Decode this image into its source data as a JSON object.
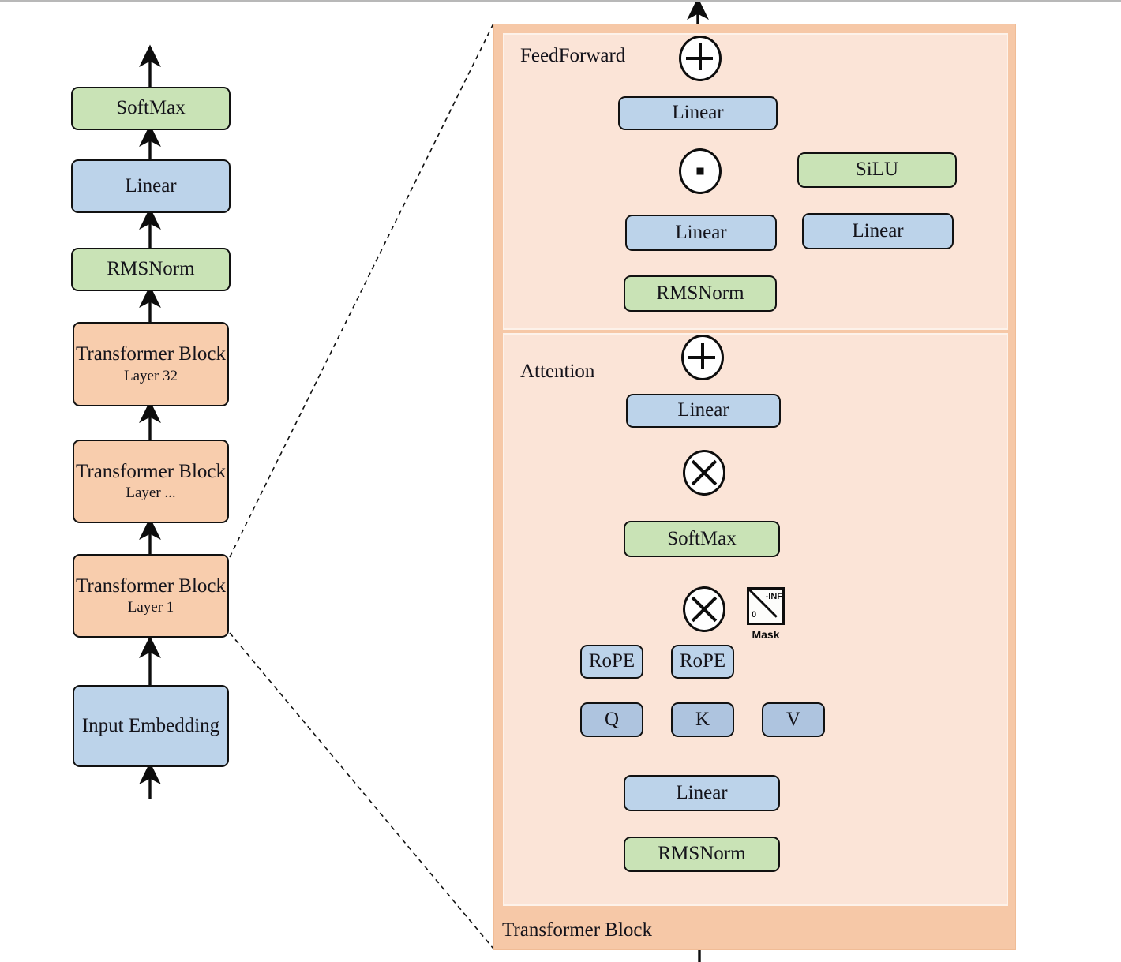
{
  "diagram": {
    "title": "Transformer (LLaMA-style) architecture block diagram",
    "colors": {
      "blue": "#bcd3ea",
      "blue_qkv": "#aec4df",
      "green": "#c9e3b6",
      "orange_block": "#f8cdad",
      "panel_inner": "#fbe4d7",
      "panel_outer": "#f6c8a7",
      "stroke": "#111111"
    }
  },
  "left_stack": {
    "nodes": [
      {
        "id": "softmax",
        "label": "SoftMax",
        "sub": "",
        "color": "green"
      },
      {
        "id": "linear",
        "label": "Linear",
        "sub": "",
        "color": "blue"
      },
      {
        "id": "rmsnorm",
        "label": "RMSNorm",
        "sub": "",
        "color": "green"
      },
      {
        "id": "tb32",
        "label": "Transformer Block",
        "sub": "Layer 32",
        "color": "orange"
      },
      {
        "id": "tbdots",
        "label": "Transformer Block",
        "sub": "Layer ...",
        "color": "orange"
      },
      {
        "id": "tb1",
        "label": "Transformer Block",
        "sub": "Layer 1",
        "color": "orange"
      },
      {
        "id": "embedding",
        "label": "Input Embedding",
        "sub": "",
        "color": "blue"
      }
    ]
  },
  "transformer_block": {
    "caption": "Transformer Block",
    "feedforward": {
      "title": "FeedForward",
      "nodes": [
        {
          "id": "ff-add",
          "label": "+",
          "kind": "op-plus"
        },
        {
          "id": "ff-linear3",
          "label": "Linear",
          "kind": "blue"
        },
        {
          "id": "ff-mul",
          "label": "·",
          "kind": "op-dot"
        },
        {
          "id": "ff-silu",
          "label": "SiLU",
          "kind": "green"
        },
        {
          "id": "ff-linear1",
          "label": "Linear",
          "kind": "blue"
        },
        {
          "id": "ff-linear2",
          "label": "Linear",
          "kind": "blue"
        },
        {
          "id": "ff-rmsnorm",
          "label": "RMSNorm",
          "kind": "green"
        }
      ]
    },
    "attention": {
      "title": "Attention",
      "nodes": [
        {
          "id": "at-add",
          "label": "+",
          "kind": "op-plus"
        },
        {
          "id": "at-linearo",
          "label": "Linear",
          "kind": "blue"
        },
        {
          "id": "at-mul2",
          "label": "x",
          "kind": "op-cross"
        },
        {
          "id": "at-softmax",
          "label": "SoftMax",
          "kind": "green"
        },
        {
          "id": "at-mul1",
          "label": "x",
          "kind": "op-cross"
        },
        {
          "id": "at-ropeq",
          "label": "RoPE",
          "kind": "blue"
        },
        {
          "id": "at-ropek",
          "label": "RoPE",
          "kind": "blue"
        },
        {
          "id": "at-q",
          "label": "Q",
          "kind": "blue2"
        },
        {
          "id": "at-k",
          "label": "K",
          "kind": "blue2"
        },
        {
          "id": "at-v",
          "label": "V",
          "kind": "blue2"
        },
        {
          "id": "at-linear",
          "label": "Linear",
          "kind": "blue"
        },
        {
          "id": "at-rmsnorm",
          "label": "RMSNorm",
          "kind": "green"
        }
      ],
      "mask": {
        "label": "Mask",
        "upper_value": "-INF",
        "lower_value": "0"
      }
    }
  }
}
